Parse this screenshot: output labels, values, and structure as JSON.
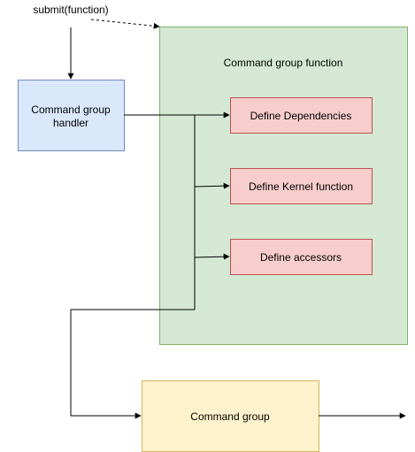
{
  "labels": {
    "submit": "submit(function)",
    "handler_line1": "Command group",
    "handler_line2": "handler",
    "container_title": "Command group function",
    "define_dependencies": "Define Dependencies",
    "define_kernel": "Define Kernel function",
    "define_accessors": "Define accessors",
    "command_group": "Command group"
  },
  "colors": {
    "handler_fill": "#dae8fc",
    "handler_stroke": "#6c8ebf",
    "container_fill": "#d5e8d4",
    "container_stroke": "#82b366",
    "define_fill": "#f8cecc",
    "define_stroke": "#b85450",
    "command_group_fill": "#fff2cc",
    "command_group_stroke": "#d6b656",
    "line": "#000000"
  }
}
